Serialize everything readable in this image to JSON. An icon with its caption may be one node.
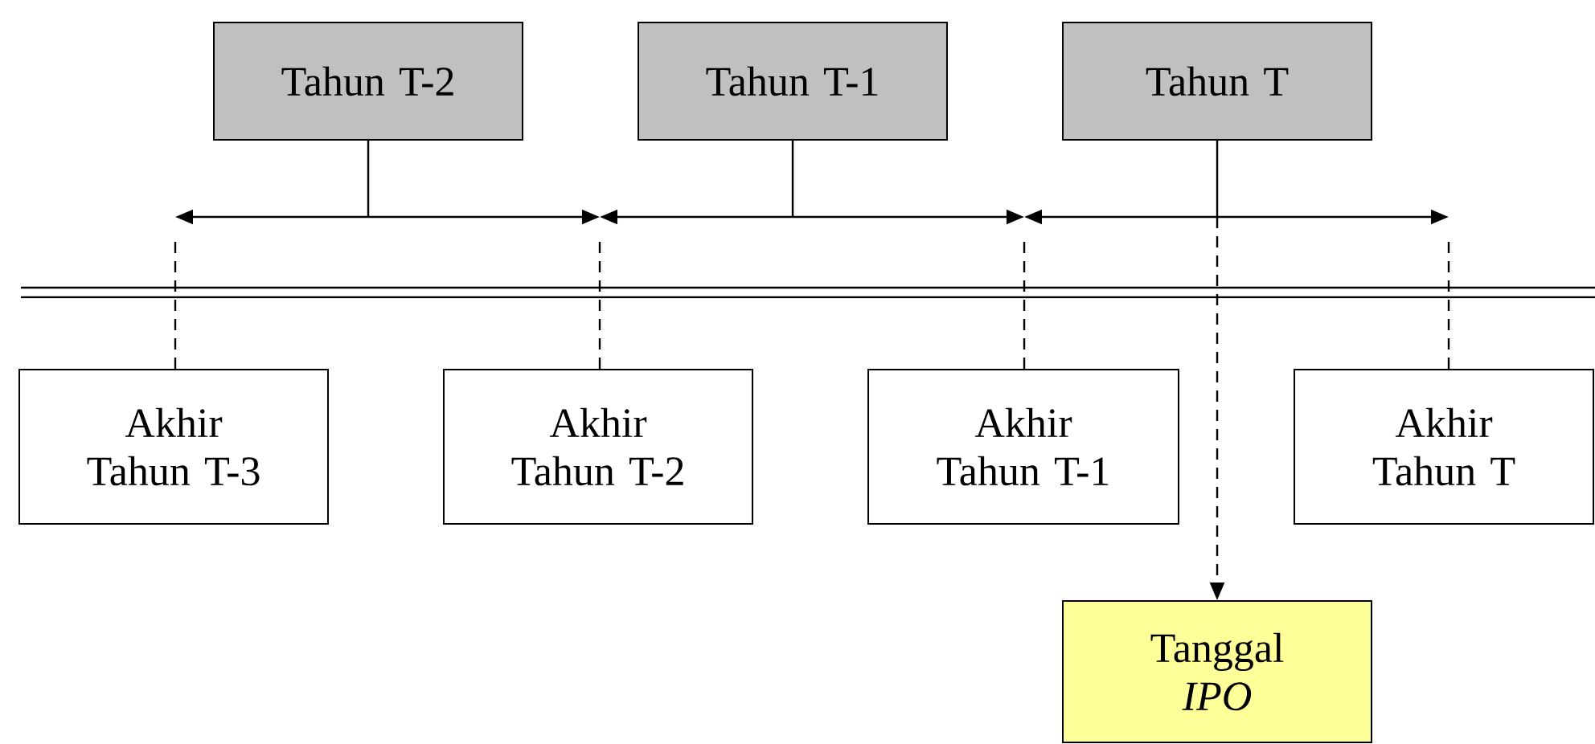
{
  "diagram": {
    "nodes": [
      {
        "text": [
          "Tahun T-2"
        ]
      },
      {
        "text": [
          "Tahun T-1"
        ]
      },
      {
        "text": [
          "Tahun T"
        ]
      },
      {
        "text": [
          "Akhir Tahun T-3"
        ]
      },
      {
        "text": [
          "Akhir Tahun T-2"
        ]
      },
      {
        "text": [
          "Akhir Tahun T-1"
        ]
      },
      {
        "text": [
          "Akhir Tahun T"
        ]
      },
      {
        "text": [
          "Tanggal *IPO*"
        ]
      }
    ],
    "edges": [
      {
        "from": 0,
        "to": null,
        "arrow": "none"
      },
      {
        "from": 1,
        "to": null,
        "arrow": "none"
      },
      {
        "from": 2,
        "to": 7,
        "arrow": "to",
        "style": "dashed"
      },
      {
        "from": 3,
        "to": null,
        "arrow": "none",
        "style": "dashed"
      },
      {
        "from": 4,
        "to": null,
        "arrow": "none",
        "style": "dashed"
      },
      {
        "from": 5,
        "to": null,
        "arrow": "none",
        "style": "dashed"
      },
      {
        "from": 6,
        "to": null,
        "arrow": "none",
        "style": "dashed"
      }
    ]
  }
}
